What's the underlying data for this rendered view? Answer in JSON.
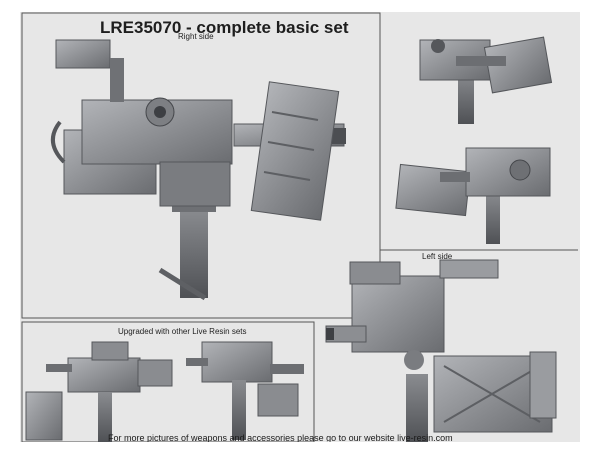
{
  "sheet": {
    "title": "LRE35070 - complete basic set",
    "right_side_label": "Right side",
    "left_side_label": "Left side",
    "upgraded_label": "Upgraded with other Live Resin sets",
    "footer_text": "For more pictures of weapons and accessories please go to our website live-resin.com",
    "background_color": "#e7e7e7",
    "resin_color": "#8d8f93"
  }
}
